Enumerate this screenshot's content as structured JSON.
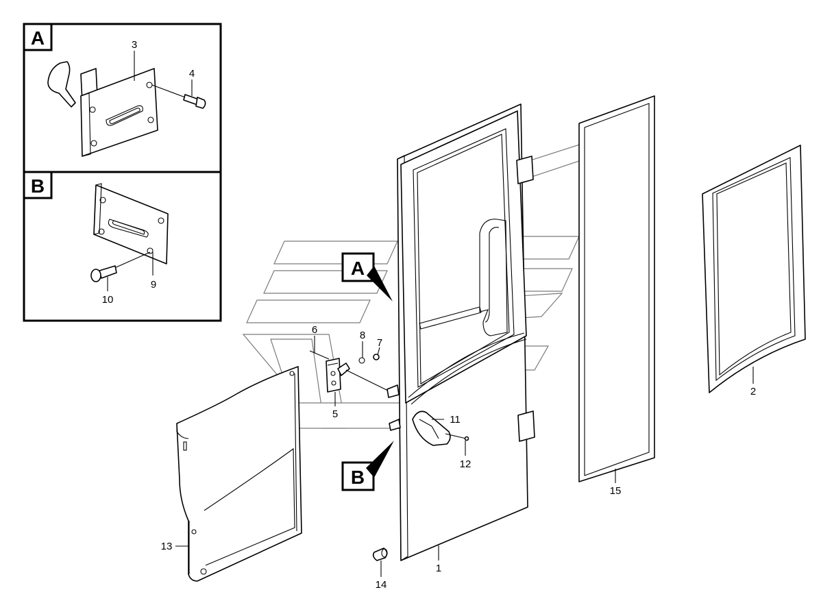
{
  "callouts": {
    "p1": "1",
    "p2": "2",
    "p3": "3",
    "p4": "4",
    "p5": "5",
    "p6": "6",
    "p7": "7",
    "p8": "8",
    "p9": "9",
    "p10": "10",
    "p11": "11",
    "p12": "12",
    "p13": "13",
    "p14": "14",
    "p15": "15"
  },
  "views": {
    "a": "A",
    "b": "B"
  }
}
